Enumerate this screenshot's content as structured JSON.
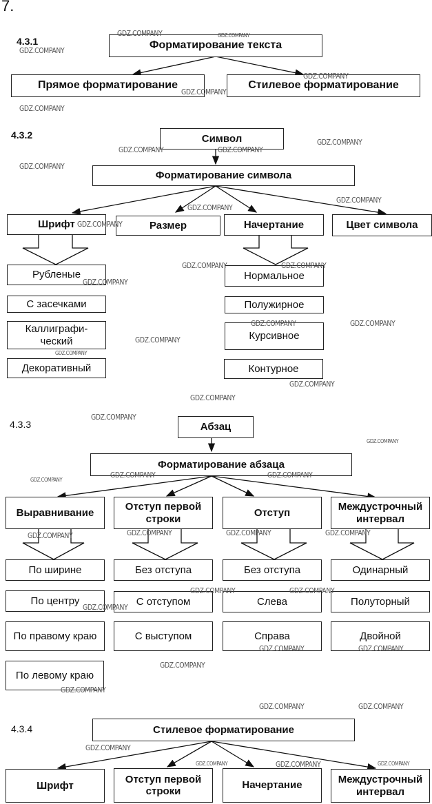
{
  "exercise_number": "7.",
  "watermark": "GDZ.COMPANY",
  "s431": {
    "label": "4.3.1",
    "root": "Форматирование текста",
    "children": [
      "Прямое форматирование",
      "Стилевое форматирование"
    ]
  },
  "s432": {
    "label": "4.3.2",
    "top": "Символ",
    "root": "Форматирование символа",
    "children": [
      "Шрифт",
      "Размер",
      "Начертание",
      "Цвет символа"
    ],
    "font_types": [
      "Рубленые",
      "С засечками",
      "Каллиграфи-\nческий",
      "Декоративный"
    ],
    "styles": [
      "Нормальное",
      "Полужирное",
      "Курсивное",
      "Контурное"
    ]
  },
  "s433": {
    "label": "4.3.3",
    "top": "Абзац",
    "root": "Форматирование абзаца",
    "children": [
      "Выравнивание",
      "Отступ первой строки",
      "Отступ",
      "Междустрочный интервал"
    ],
    "alignment": [
      "По ширине",
      "По центру",
      "По правому краю",
      "По левому краю"
    ],
    "first_line": [
      "Без отступа",
      "С отступом",
      "С выступом"
    ],
    "indent": [
      "Без отступа",
      "Слева",
      "Справа"
    ],
    "spacing": [
      "Одинарный",
      "Полуторный",
      "Двойной"
    ]
  },
  "s434": {
    "label": "4.3.4",
    "root": "Стилевое форматирование",
    "children": [
      "Шрифт",
      "Отступ первой строки",
      "Начертание",
      "Междустрочный интервал"
    ]
  }
}
